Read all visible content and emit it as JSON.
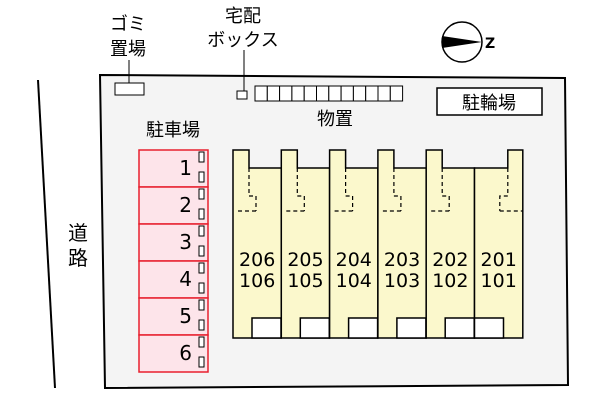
{
  "labels": {
    "garbage_line1": "ゴミ",
    "garbage_line2": "置場",
    "delivery_line1": "宅配",
    "delivery_line2": "ボックス",
    "storage": "物置",
    "bicycle_parking": "駐輪場",
    "parking": "駐車場",
    "road_char1": "道",
    "road_char2": "路",
    "compass_north": "N"
  },
  "parking_spaces": [
    "1",
    "2",
    "3",
    "4",
    "5",
    "6"
  ],
  "units": [
    {
      "upper": "206",
      "lower": "106"
    },
    {
      "upper": "205",
      "lower": "105"
    },
    {
      "upper": "204",
      "lower": "104"
    },
    {
      "upper": "203",
      "lower": "103"
    },
    {
      "upper": "202",
      "lower": "102"
    },
    {
      "upper": "201",
      "lower": "101"
    }
  ],
  "colors": {
    "lot": "#f4f4f4",
    "building": "#fbf8cc",
    "parking_fill": "#fde4ea",
    "parking_stroke": "#e8202e"
  }
}
